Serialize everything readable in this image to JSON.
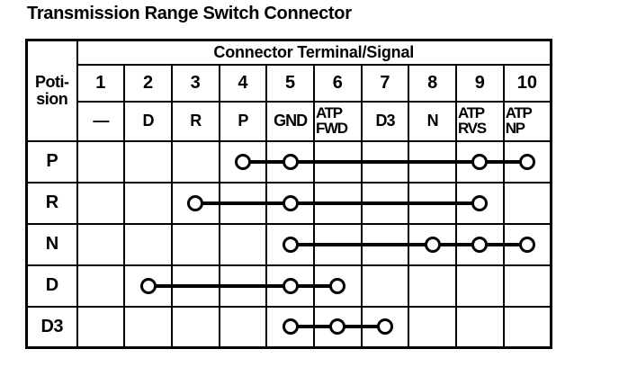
{
  "title": "Transmission Range Switch Connector",
  "colors": {
    "ink": "#000000",
    "paper": "#ffffff"
  },
  "table": {
    "corner_header_lines": [
      "Poti-",
      "sion"
    ],
    "group_header": "Connector Terminal/Signal",
    "terminals": [
      "1",
      "2",
      "3",
      "4",
      "5",
      "6",
      "7",
      "8",
      "9",
      "10"
    ],
    "signals": [
      [
        "—"
      ],
      [
        "D"
      ],
      [
        "R"
      ],
      [
        "P"
      ],
      [
        "GND"
      ],
      [
        "ATP",
        "FWD"
      ],
      [
        "D3"
      ],
      [
        "N"
      ],
      [
        "ATP",
        "RVS"
      ],
      [
        "ATP",
        "NP"
      ]
    ],
    "rows": [
      {
        "position": "P",
        "circles": [
          4,
          5,
          9,
          10
        ],
        "line": [
          4,
          10
        ]
      },
      {
        "position": "R",
        "circles": [
          3,
          5,
          9
        ],
        "line": [
          3,
          9
        ]
      },
      {
        "position": "N",
        "circles": [
          5,
          8,
          9,
          10
        ],
        "line": [
          5,
          10
        ]
      },
      {
        "position": "D",
        "circles": [
          2,
          5,
          6
        ],
        "line": [
          2,
          6
        ]
      },
      {
        "position": "D3",
        "circles": [
          5,
          6,
          7
        ],
        "line": [
          5,
          7
        ]
      }
    ]
  }
}
